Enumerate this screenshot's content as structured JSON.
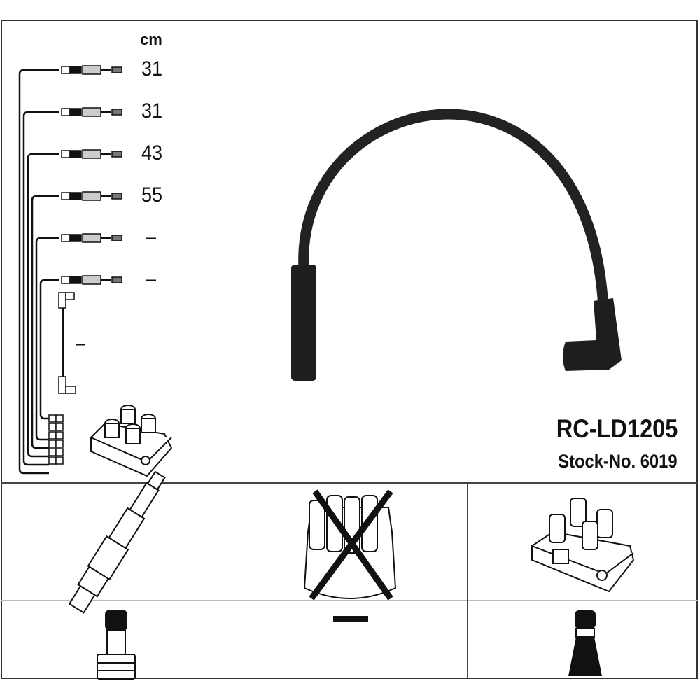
{
  "unit_label": "cm",
  "wires": [
    {
      "length": "31"
    },
    {
      "length": "31"
    },
    {
      "length": "43"
    },
    {
      "length": "55"
    },
    {
      "length": "–"
    },
    {
      "length": "–"
    }
  ],
  "coil_wire_length": "–",
  "part_number": "RC-LD1205",
  "stock_number": "Stock-No. 6019",
  "compatibility": {
    "spark_plug": "spark-plug-icon",
    "distributor_cap": "distributor-cap-crossed-icon",
    "ignition_coil": "ignition-coil-icon",
    "plug_boot": "straight-boot-icon",
    "distributor_boot": "–",
    "coil_boot": "coil-boot-icon"
  }
}
